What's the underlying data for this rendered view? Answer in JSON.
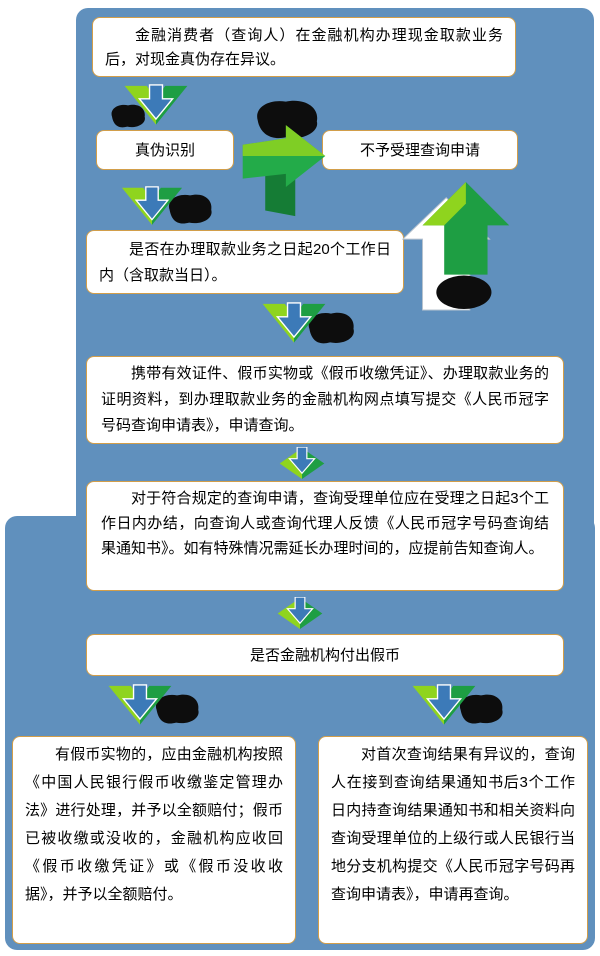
{
  "flowchart": {
    "boxes": {
      "intro": "金融消费者（查询人）在金融机构办理现金取款业务后，对现金真伪存在异议。",
      "identify": "真伪识别",
      "reject": "不予受理查询申请",
      "within20days": "是否在办理取款业务之日起20个工作日内（含取款当日）。",
      "materials": "携带有效证件、假币实物或《假币收缴凭证》、办理取款业务的证明资料，到办理取款业务的金融机构网点填写提交《人民币冠字号码查询申请表》，申请查询。",
      "process3days": "对于符合规定的查询申请，查询受理单位应在受理之日起3个工作日内办结，向查询人或查询代理人反馈《人民币冠字号码查询结果通知书》。如有特殊情况需延长办理时间的，应提前告知查询人。",
      "counterfeit_question": "是否金融机构付出假币",
      "result_counterfeit": "有假币实物的，应由金融机构按照《中国人民银行假币收缴鉴定管理办法》进行处理，并予以全额赔付；假币已被收缴或没收的，金融机构应收回《假币收缴凭证》或《假币没收收据》，并予以全额赔付。",
      "result_requery": "对首次查询结果有异议的，查询人在接到查询结果通知书后3个工作日内持查询结果通知书和相关资料向查询受理单位的上级行或人民银行当地分支机构提交《人民币冠字号码再查询申请表》，申请再查询。"
    },
    "icons": {
      "down_arrow": "green-ribbon-down-arrow-with-blue-arrow",
      "right_arrow": "green-right-arrow",
      "up_arrow": "green-up-arrow-with-white-arrow",
      "diamond_arrow": "green-diamond-with-blue-down-arrow",
      "shadow_blob": "black-ink-blob"
    },
    "colors": {
      "background_blue": "#6090bd",
      "box_border": "#d29e4a",
      "arrow_green_dark": "#1e9e43",
      "arrow_green_light": "#8fd41e",
      "arrow_blue": "#3c7ab8",
      "shadow_black": "#0d0d0d"
    }
  }
}
